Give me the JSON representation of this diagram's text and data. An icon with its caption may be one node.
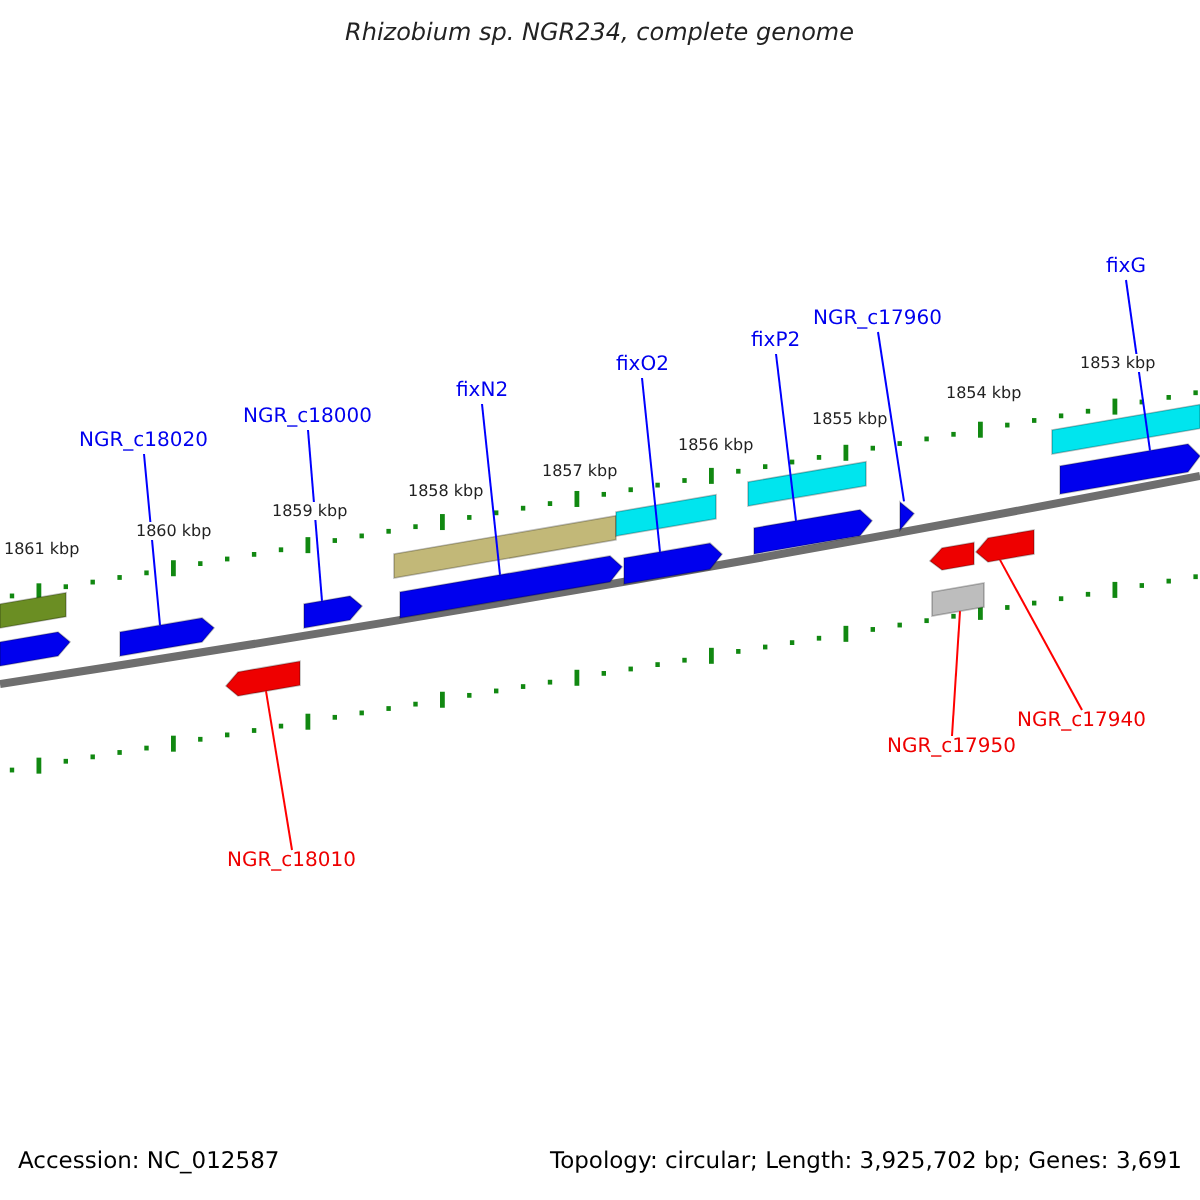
{
  "diagram": {
    "title": "Rhizobium sp. NGR234, complete genome",
    "nodes": [
      {
        "text": [
          "fixG"
        ]
      },
      {
        "text": [
          "NGR_c17960"
        ]
      },
      {
        "text": [
          "fixP2"
        ]
      },
      {
        "text": [
          "fixO2"
        ]
      },
      {
        "text": [
          "fixN2"
        ]
      },
      {
        "text": [
          "NGR_c18000"
        ]
      },
      {
        "text": [
          "NGR_c18020"
        ]
      },
      {
        "text": [
          "NGR_c17940"
        ]
      },
      {
        "text": [
          "NGR_c17950"
        ]
      },
      {
        "text": [
          "NGR_c18010"
        ]
      },
      {
        "text": [],
        "shape": "arrow"
      },
      {
        "text": [],
        "shape": "arrow"
      },
      {
        "text": [],
        "shape": "arrow"
      },
      {
        "text": [],
        "shape": "arrow"
      },
      {
        "text": [],
        "shape": "arrow"
      },
      {
        "text": [],
        "shape": "arrow"
      },
      {
        "text": [],
        "shape": "arrow"
      },
      {
        "text": [],
        "shape": "arrow"
      },
      {
        "text": [],
        "shape": "box"
      },
      {
        "text": [],
        "shape": "arrow"
      },
      {
        "text": [],
        "shape": "arrow"
      },
      {
        "text": [],
        "shape": "bar"
      },
      {
        "text": [],
        "shape": "bar"
      },
      {
        "text": [],
        "shape": "bar"
      },
      {
        "text": [],
        "shape": "bar"
      },
      {
        "text": [],
        "shape": "bar"
      },
      {
        "text": [],
        "shape": "arrow"
      }
    ],
    "edges": [
      {
        "from": 0,
        "to": 10,
        "arrow": "none"
      },
      {
        "from": 1,
        "to": 11,
        "arrow": "none"
      },
      {
        "from": 2,
        "to": 12,
        "arrow": "none"
      },
      {
        "from": 3,
        "to": 13,
        "arrow": "none"
      },
      {
        "from": 4,
        "to": 14,
        "arrow": "none"
      },
      {
        "from": 5,
        "to": 15,
        "arrow": "none"
      },
      {
        "from": 6,
        "to": 16,
        "arrow": "none"
      },
      {
        "from": 7,
        "to": 17,
        "arrow": "none",
        "color": "#ff0000"
      },
      {
        "from": 8,
        "to": 18,
        "arrow": "none",
        "color": "#ff0000"
      },
      {
        "from": 9,
        "to": 19,
        "arrow": "none",
        "color": "#ff0000"
      }
    ],
    "labels": [
      "1853 kbp",
      "1854 kbp",
      "1855 kbp",
      "1856 kbp",
      "1857 kbp",
      "1858 kbp",
      "1859 kbp",
      "1860 kbp",
      "1861 kbp",
      "Accession: NC_012587",
      "Topology: circular; Length: 3,925,702 bp; Genes: 3,691"
    ]
  }
}
